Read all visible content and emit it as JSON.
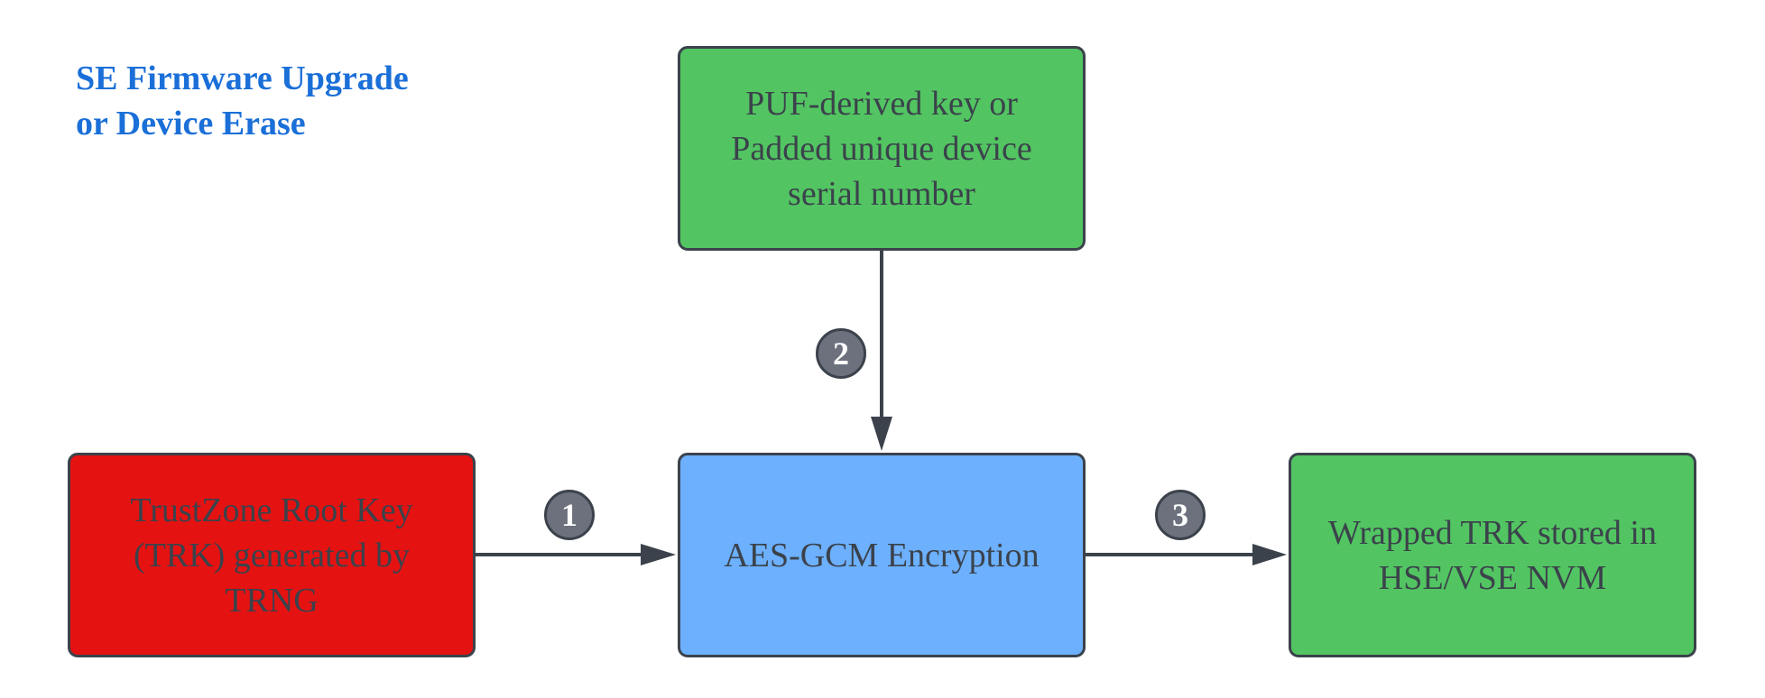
{
  "title": {
    "line1": "SE Firmware Upgrade",
    "line2": "or Device Erase"
  },
  "boxes": {
    "puf": {
      "lines": [
        "PUF-derived key or",
        "Padded unique device",
        "serial number"
      ],
      "color": "#52c562"
    },
    "trk": {
      "lines": [
        "TrustZone Root Key",
        "(TRK) generated by",
        "TRNG"
      ],
      "color": "#e51212"
    },
    "aes": {
      "lines": [
        "AES-GCM Encryption"
      ],
      "color": "#6cb0fe"
    },
    "wrapped": {
      "lines": [
        "Wrapped TRK stored in",
        "HSE/VSE NVM"
      ],
      "color": "#52c562"
    }
  },
  "steps": {
    "one": "1",
    "two": "2",
    "three": "3"
  },
  "colors": {
    "title": "#1a6fd8",
    "stroke": "#3b424b",
    "badge": "#6c717d"
  }
}
